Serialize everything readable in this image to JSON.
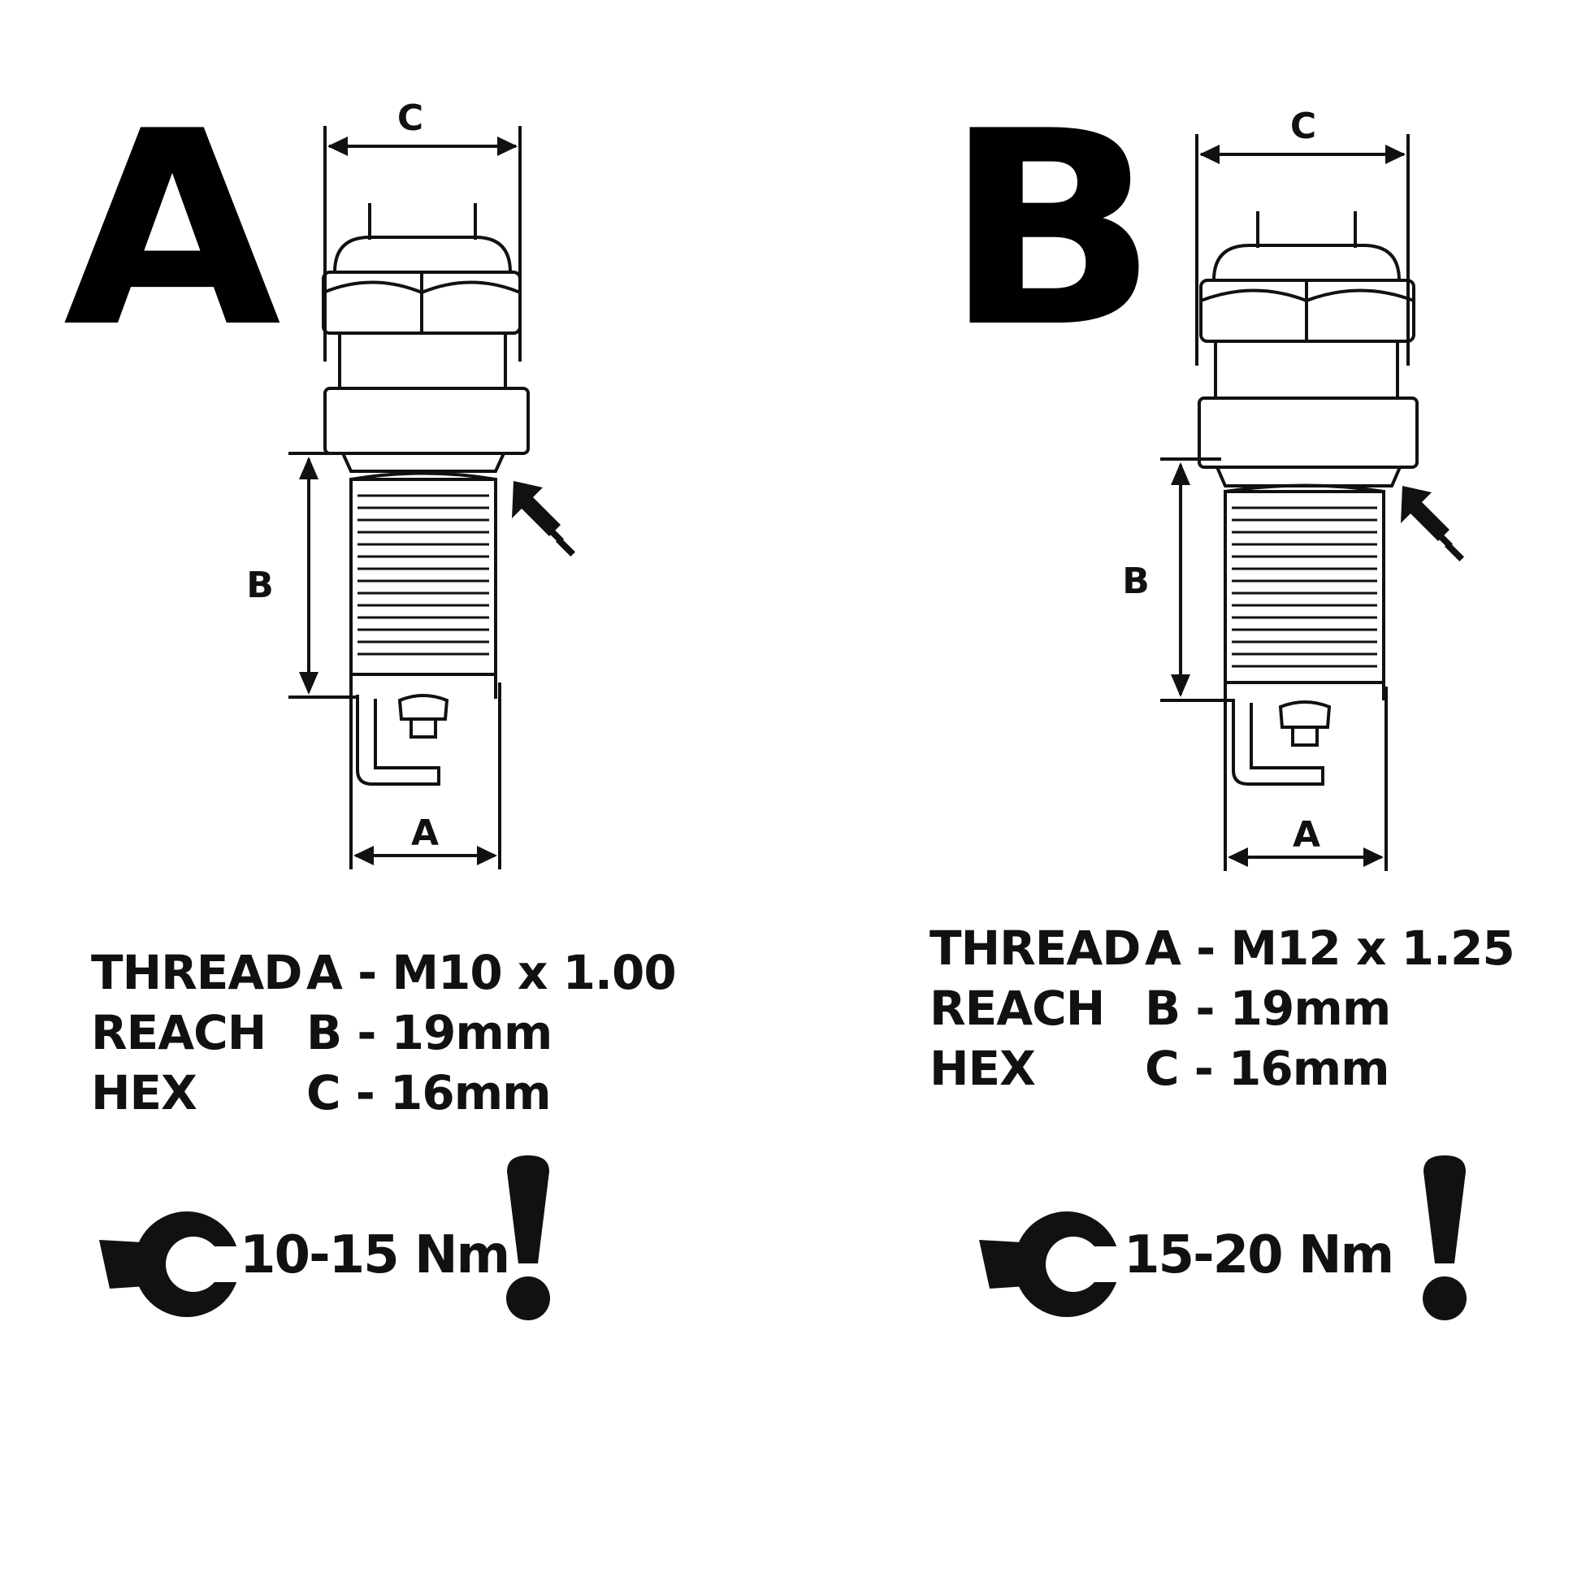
{
  "panels": [
    {
      "letter": "A",
      "dims": {
        "c": "C",
        "b": "B",
        "a": "A"
      },
      "specs": [
        {
          "label": "THREAD",
          "value": "A - M10 x 1.00"
        },
        {
          "label": "REACH",
          "value": "B - 19mm"
        },
        {
          "label": "HEX",
          "value": "C - 16mm"
        }
      ],
      "torque": "10-15 Nm",
      "icons": [
        "wrench-icon",
        "exclamation-icon",
        "arrow-icon"
      ]
    },
    {
      "letter": "B",
      "dims": {
        "c": "C",
        "b": "B",
        "a": "A"
      },
      "specs": [
        {
          "label": "THREAD",
          "value": "A - M12 x 1.25"
        },
        {
          "label": "REACH",
          "value": "B - 19mm"
        },
        {
          "label": "HEX",
          "value": "C - 16mm"
        }
      ],
      "torque": "15-20 Nm",
      "icons": [
        "wrench-icon",
        "exclamation-icon",
        "arrow-icon"
      ]
    }
  ],
  "colors": {
    "ink": "#111111",
    "background": "#ffffff"
  }
}
